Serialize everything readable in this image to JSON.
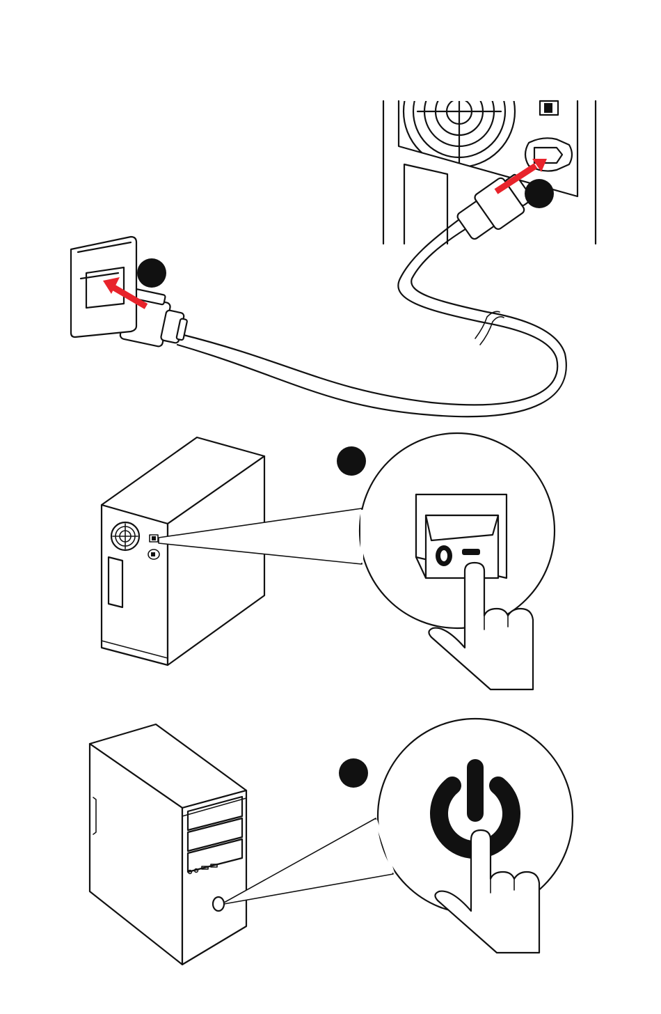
{
  "diagram": {
    "steps": [
      {
        "id": "plug-into-wall-outlet"
      },
      {
        "id": "plug-into-psu-socket"
      },
      {
        "id": "switch-psu-on"
      },
      {
        "id": "press-power-button"
      }
    ],
    "colors": {
      "arrow": "#e8232b",
      "outline": "#111111",
      "step_marker": "#111111",
      "background": "#ffffff"
    },
    "icons": [
      "wall-outlet-icon",
      "power-cord-icon",
      "psu-rear-panel-icon",
      "pc-case-rear-icon",
      "psu-rocker-switch-icon",
      "pointing-hand-icon",
      "pc-tower-front-icon",
      "power-symbol-icon"
    ]
  }
}
